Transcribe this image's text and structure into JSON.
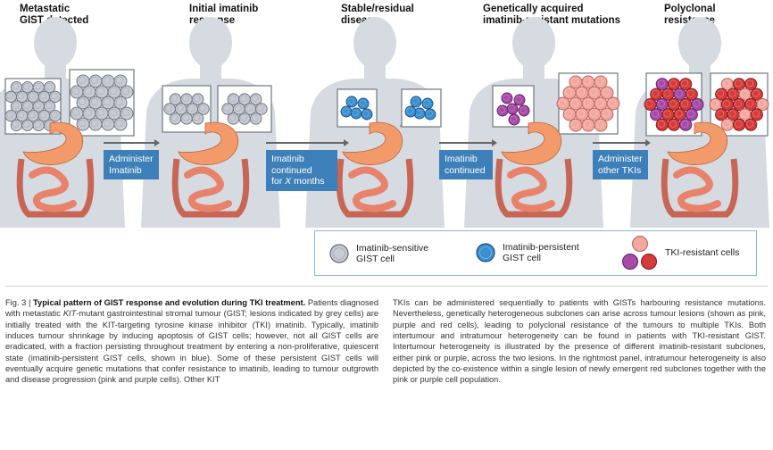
{
  "figure": {
    "stages": [
      {
        "title": "Metastatic\nGIST detected"
      },
      {
        "title": "Initial imatinib\nresponse"
      },
      {
        "title": "Stable/residual\ndisease"
      },
      {
        "title": "Genetically acquired\nimatinib-resistant mutations"
      },
      {
        "title": "Polyclonal\nresistance"
      }
    ],
    "actions": [
      {
        "text": "Administer\nImatinib"
      },
      {
        "text_prefix": "Imatinib\ncontinued\nfor ",
        "text_italic": "X",
        "text_suffix": " months"
      },
      {
        "text": "Imatinib\ncontinued"
      },
      {
        "text": "Administer\nother TKIs"
      }
    ],
    "legend": [
      {
        "label": "Imatinib-sensitive\nGIST cell",
        "icon": "grey-cell-icon"
      },
      {
        "label": "Imatinib-persistent\nGIST cell",
        "icon": "blue-cell-icon"
      },
      {
        "label": "TKI-resistant cells",
        "icon": "resistant-cells-icon"
      }
    ]
  },
  "colors": {
    "silhouette": "#d6dbe1",
    "grey_cell": "#c7cbd3",
    "blue_cell": "#3a8fd1",
    "pink_cell": "#f2a79f",
    "purple_cell": "#a74aa8",
    "red_cell": "#d63b3b",
    "action_box": "#3d7fb8",
    "stomach": "#f39a6b",
    "intestine": "#e8826a"
  },
  "caption": {
    "fig_label": "Fig. 3 | ",
    "title": "Typical pattern of GIST response and evolution during TKI treatment.",
    "left_part1": " Patients diagnosed with metastatic ",
    "left_italic": "KIT",
    "left_part2": "-mutant gastrointestinal stromal tumour (GIST; lesions indicated by grey cells) are initially treated with the KIT-targeting tyrosine kinase inhibitor (TKI) imatinib. Typically, imatinib induces tumour shrinkage by inducing apoptosis of GIST cells; however, not all GIST cells are eradicated, with a fraction persisting throughout treatment by entering a non-proliferative, quiescent state (imatinib-persistent GIST cells, shown in blue). Some of these persistent GIST cells will eventually acquire genetic mutations that confer resistance to imatinib, leading to tumour outgrowth and disease progression (pink and purple cells). Other KIT",
    "right": "TKIs can be administered sequentially to patients with GISTs harbouring resistance mutations. Nevertheless, genetically heterogeneous subclones can arise across tumour lesions (shown as pink, purple and red cells), leading to polyclonal resistance of the tumours to multiple TKIs. Both intertumour and intratumour heterogeneity can be found in patients with TKI-resistant GIST. Intertumour heterogeneity is illustrated by the presence of different imatinib-resistant subclones, either pink or purple, across the two lesions. In the rightmost panel, intratumour heterogeneity is also depicted by the co-existence within a single lesion of newly emergent red subclones together with the pink or purple cell population."
  }
}
